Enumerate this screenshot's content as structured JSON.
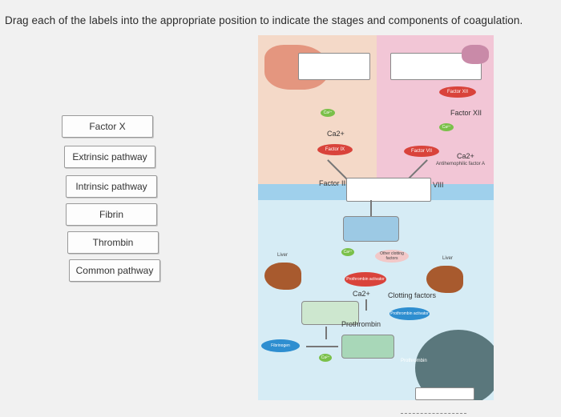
{
  "prompt": "Drag each of the labels into the appropriate position to indicate the stages and components of coagulation.",
  "labels": [
    {
      "text": "Factor X"
    },
    {
      "text": "Extrinsic pathway"
    },
    {
      "text": "Intrinsic pathway"
    },
    {
      "text": "Fibrin"
    },
    {
      "text": "Thrombin"
    },
    {
      "text": "Common pathway"
    }
  ],
  "diagram": {
    "factor_xii_chip": "Factor XII",
    "factor_xii": "Factor XII",
    "ca2_a": "Ca²⁺",
    "ca2_b": "Ca2+",
    "ca2_c": "Ca²⁺",
    "ca2_d": "Ca2+",
    "ca2_e": "Ca²⁺",
    "ca2_f": "Ca2+",
    "ca2_g": "Ca²⁺",
    "factor_ix": "Factor IX",
    "factor_vii": "Factor VII",
    "factor_iii": "Factor III",
    "factor_viii": "Factor VIII",
    "antihemophilic": "Antihemophilic factor A",
    "other_clotting": "Other clotting factors",
    "liver_left": "Liver",
    "liver_right": "Liver",
    "prothrombin_activator_1": "Prothrombin activator",
    "clotting_factors": "Clotting factors",
    "prothrombin_activator_2": "Prothrombin activator",
    "prothrombin": "Prothrombin",
    "fibrinogen": "Fibrinogen",
    "prothrombin_bottom": "Prothrombin"
  },
  "colors": {
    "blue_band": "#bcdff0",
    "pink_band": "#f2c6d6",
    "grey_band": "#d8d8d8",
    "red_chip": "#d9433b",
    "blue_chip": "#2e8ed0",
    "liver": "#a85a2e"
  }
}
